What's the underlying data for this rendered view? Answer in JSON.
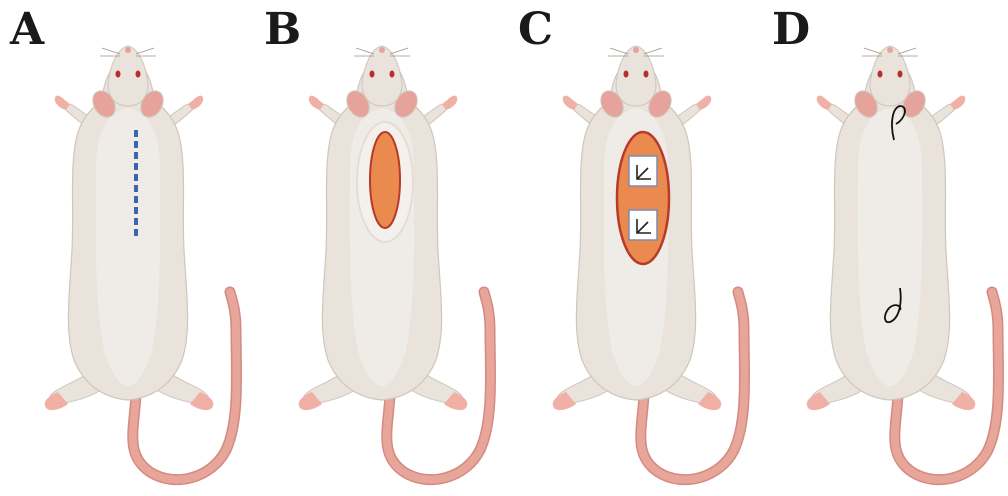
{
  "panels": [
    {
      "label": "A",
      "step": "incision-marking"
    },
    {
      "label": "B",
      "step": "skin-incision"
    },
    {
      "label": "C",
      "step": "implants-placed"
    },
    {
      "label": "D",
      "step": "sutured"
    }
  ],
  "colors": {
    "fur": "#e9e3dc",
    "fur_outline": "#cfc6bc",
    "belly": "#efebe6",
    "ear_inner": "#e6a39c",
    "paw": "#f0b0a6",
    "tail": "#e8a69b",
    "tail_stripe": "#d48a80",
    "incision_line": "#3a66b0",
    "wound": "#ea8a4e",
    "wound_rim": "#b73a2a",
    "implant": "#ffffff",
    "implant_border": "#7a8db0",
    "suture": "#111111"
  }
}
